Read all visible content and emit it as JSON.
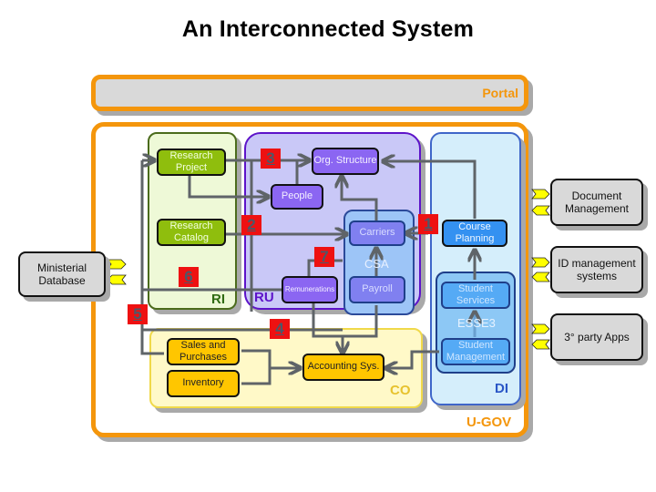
{
  "title": "An Interconnected System",
  "frames": {
    "portal": "Portal",
    "ugov": "U-GOV",
    "ri": "RI",
    "ru": "RU",
    "csa": "CSA",
    "di": "DI",
    "esse3": "ESSE3",
    "co": "CO"
  },
  "nodes": {
    "research_project": "Research Project",
    "research_catalog": "Research Catalog",
    "org_structure": "Org. Structure",
    "people": "People",
    "carriers": "Carriers",
    "remunerations": "Remunerations",
    "payroll": "Payroll",
    "course_planning": "Course Planning",
    "student_services": "Student Services",
    "student_management": "Student Management",
    "sales_purchases": "Sales and Purchases",
    "inventory": "Inventory",
    "accounting": "Accounting Sys."
  },
  "external": {
    "ministerial_db": "Ministerial Database",
    "document_mgmt": "Document Management",
    "id_mgmt": "ID management systems",
    "third_party": "3° party Apps"
  },
  "badges": [
    "1",
    "2",
    "3",
    "4",
    "5",
    "6",
    "7"
  ],
  "colors": {
    "accent": "#f4960c",
    "badge": "#ee1111",
    "connector": "#5f6468",
    "interface": "#ffff00"
  }
}
